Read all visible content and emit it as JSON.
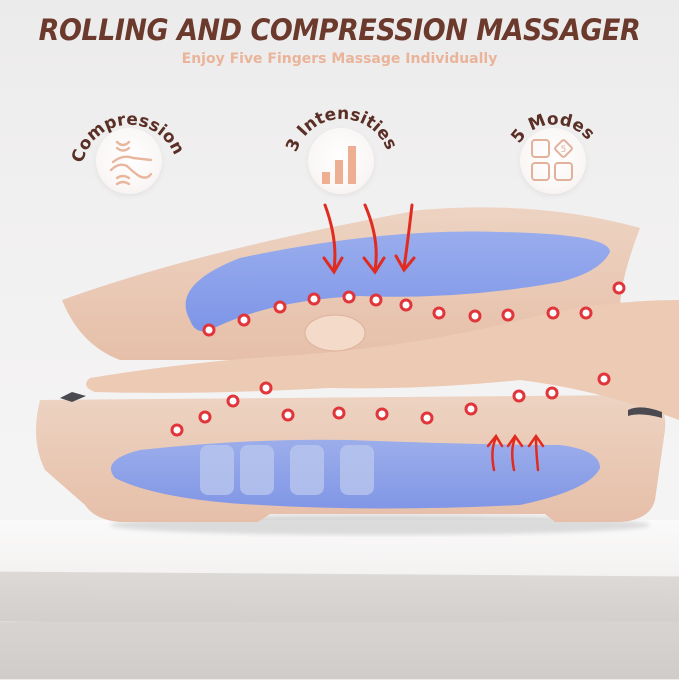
{
  "header": {
    "title": "ROLLING AND COMPRESSION MASSAGER",
    "subtitle": "Enjoy Five Fingers Massage Individually"
  },
  "features": [
    {
      "label": "Compression",
      "icon": "compression-hand-icon"
    },
    {
      "label": "3 Intensities",
      "icon": "signal-bars-icon"
    },
    {
      "label": "5 Modes",
      "icon": "mode-grid-icon",
      "badge": "5"
    }
  ],
  "colors": {
    "title": "#6b3a2c",
    "subtitle": "#e9b49a",
    "icon_stroke": "#e8b69f",
    "device": "#e8c4ae",
    "airbag": "#7f9cf0",
    "arrow": "#e22b20",
    "dot": "#e0353a"
  }
}
